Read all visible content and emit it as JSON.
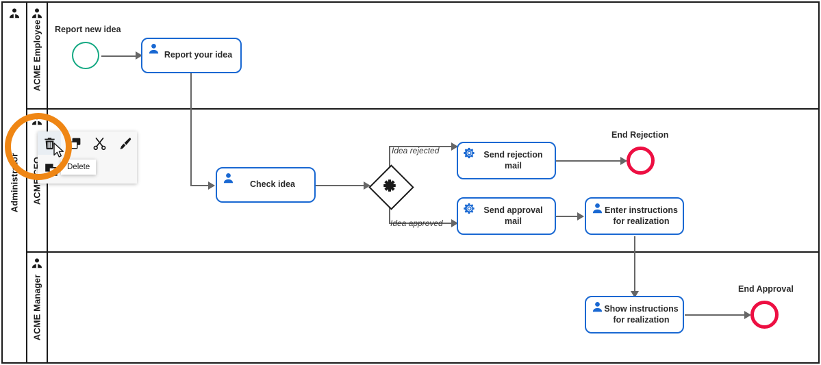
{
  "diagram": {
    "type": "bpmn-process",
    "pool": {
      "name": "Administrator",
      "icon": "person-icon"
    },
    "lanes": [
      {
        "id": "lane-employee",
        "name": "ACME Employee",
        "icon": "person-icon"
      },
      {
        "id": "lane-cfo",
        "name": "ACME CFO",
        "icon": "person-icon"
      },
      {
        "id": "lane-manager",
        "name": "ACME Manager",
        "icon": "person-icon"
      }
    ],
    "events": [
      {
        "id": "start-report-new-idea",
        "kind": "start",
        "label": "Report new idea",
        "color": "#14a882"
      },
      {
        "id": "end-rejection",
        "kind": "end",
        "label": "End Rejection",
        "color": "#ed0f42"
      },
      {
        "id": "end-approval",
        "kind": "end",
        "label": "End Approval",
        "color": "#ed0f42"
      }
    ],
    "tasks": [
      {
        "id": "task-report-your-idea",
        "label": "Report your idea",
        "icon": "user-task-icon",
        "lane": "ACME Employee"
      },
      {
        "id": "task-check-idea",
        "label": "Check idea",
        "icon": "user-task-icon",
        "lane": "ACME CFO"
      },
      {
        "id": "task-send-rejection-mail",
        "label": "Send rejection mail",
        "icon": "service-task-icon",
        "lane": "ACME CFO"
      },
      {
        "id": "task-send-approval-mail",
        "label": "Send approval mail",
        "icon": "service-task-icon",
        "lane": "ACME CFO"
      },
      {
        "id": "task-enter-instructions",
        "label": "Enter instructions for realization",
        "icon": "user-task-icon",
        "lane": "ACME CFO"
      },
      {
        "id": "task-show-instructions",
        "label": "Show instructions for realization",
        "icon": "user-task-icon",
        "lane": "ACME Manager"
      }
    ],
    "gateways": [
      {
        "id": "gateway-idea-decision",
        "kind": "complex",
        "symbol": "asterisk",
        "label": ""
      }
    ],
    "flow_labels": [
      {
        "id": "flow-idea-rejected",
        "label": "Idea rejected"
      },
      {
        "id": "flow-idea-approved",
        "label": "Idea approved"
      }
    ],
    "colors": {
      "task_border": "#1968d2",
      "task_icon": "#1968d2",
      "connector": "#666666",
      "lane_border": "#1a1a1a",
      "start_event": "#14a882",
      "end_event": "#ed0f42",
      "highlight": "#ef8614"
    }
  },
  "context_menu": {
    "items": [
      {
        "id": "delete",
        "icon": "trash-icon",
        "label": "Delete",
        "active": true
      },
      {
        "id": "copy",
        "icon": "copy-icon",
        "label": "Copy",
        "active": false
      },
      {
        "id": "cut",
        "icon": "scissors-icon",
        "label": "Cut",
        "active": false
      },
      {
        "id": "paint",
        "icon": "paintbrush-icon",
        "label": "Format",
        "active": false
      },
      {
        "id": "duplicate",
        "icon": "duplicate-icon",
        "label": "Duplicate",
        "active": false
      }
    ],
    "tooltip": "Delete"
  },
  "annotation": {
    "highlight_shape": "circle",
    "highlight_color": "#ef8614",
    "target": "delete-menu-item"
  }
}
